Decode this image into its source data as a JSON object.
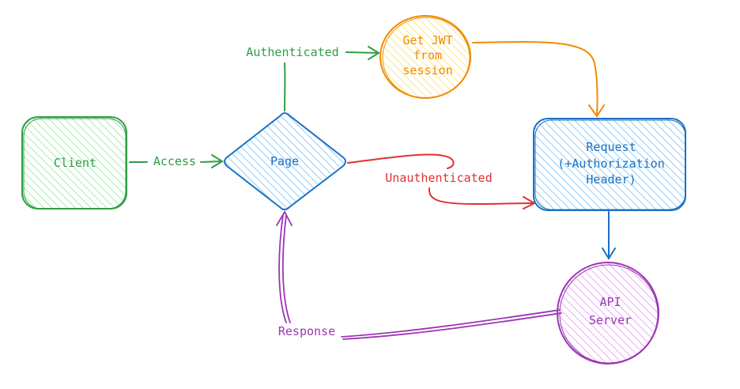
{
  "nodes": {
    "client": {
      "label_lines": [
        "Client"
      ],
      "shape": "rounded-rect",
      "stroke": "#2f9e44",
      "fill": "#b2f2bb"
    },
    "page": {
      "label_lines": [
        "Page"
      ],
      "shape": "diamond",
      "stroke": "#1971c2",
      "fill": "#a5d8ff"
    },
    "get_jwt": {
      "label_lines": [
        "Get JWT",
        "from",
        "session"
      ],
      "shape": "ellipse",
      "stroke": "#f08c00",
      "fill": "#ffec99"
    },
    "request": {
      "label_lines": [
        "Request",
        "(+Authorization",
        "Header)"
      ],
      "shape": "rounded-rect",
      "stroke": "#1971c2",
      "fill": "#a5d8ff"
    },
    "api": {
      "label_lines": [
        "API",
        "Server"
      ],
      "shape": "ellipse",
      "stroke": "#9c36b5",
      "fill": "#eebefa"
    }
  },
  "edges": {
    "access": {
      "label": "Access",
      "from": "client",
      "to": "page",
      "color": "#2f9e44"
    },
    "authenticated": {
      "label": "Authenticated",
      "from": "page",
      "to": "get_jwt",
      "color": "#2f9e44"
    },
    "jwt_to_request": {
      "label": "",
      "from": "get_jwt",
      "to": "request",
      "color": "#f08c00"
    },
    "unauthenticated": {
      "label": "Unauthenticated",
      "from": "page",
      "to": "request",
      "color": "#e03131"
    },
    "request_to_api": {
      "label": "",
      "from": "request",
      "to": "api",
      "color": "#1971c2"
    },
    "response": {
      "label": "Response",
      "from": "api",
      "to": "page",
      "color": "#9c36b5"
    }
  }
}
